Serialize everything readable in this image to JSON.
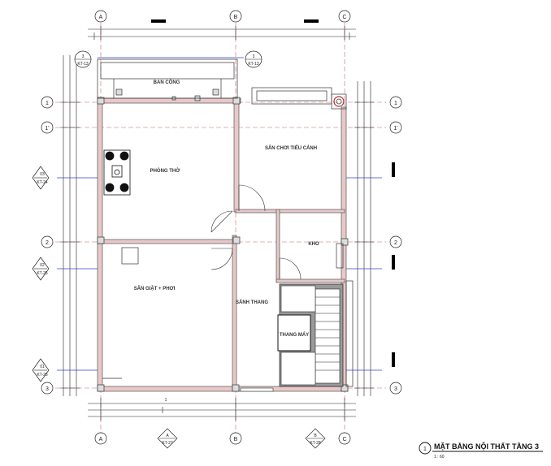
{
  "grid": {
    "columns": [
      "A",
      "B",
      "C"
    ],
    "rows": [
      "1",
      "1'",
      "2",
      "3"
    ]
  },
  "rooms": {
    "ban_cong": "BAN CÔNG",
    "phong_tho": "PHÒNG THỜ",
    "san_choi": "SÂN CHƠI TIỂU CẢNH",
    "kho": "KHO",
    "san_giat": "SÂN GIẶT + PHƠI",
    "sanh_thang": "SẢNH THANG",
    "thang_may": "THANG MÁY"
  },
  "section_tags": {
    "top": {
      "num": "3",
      "code": "KT-13"
    },
    "left_1": {
      "num": "03",
      "code": "KT-24"
    },
    "left_2": {
      "num": "02",
      "code": "KT-25"
    },
    "left_3": {
      "num": "01",
      "code": "KT-26"
    },
    "bottom_1": {
      "num": "A",
      "code": "KT-27"
    },
    "bottom_2": {
      "num": "B",
      "code": "KT-28"
    }
  },
  "dim_marks": {
    "bottom": "1"
  },
  "title": {
    "number": "1",
    "text": "MẶT BẰNG NỘI THẤT TẦNG 3",
    "scale": "1 : 60"
  }
}
